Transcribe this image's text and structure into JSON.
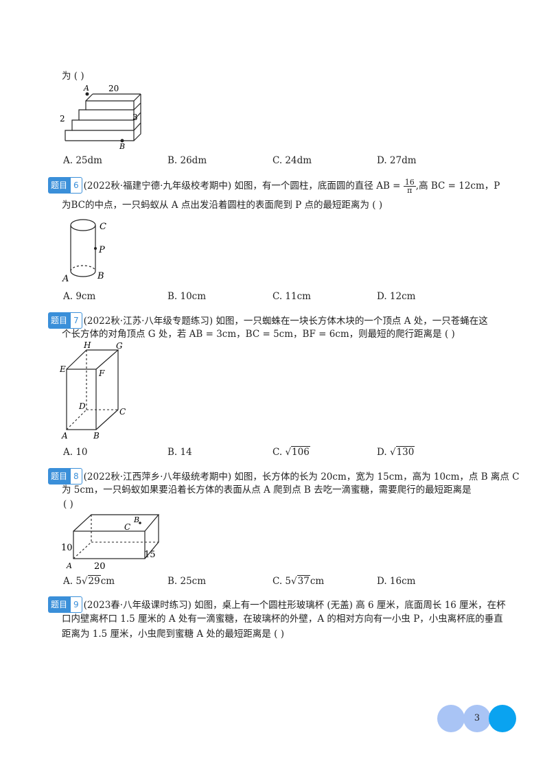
{
  "q5": {
    "tail": "为 (    )",
    "fig": {
      "A": "A",
      "B": "B",
      "len": "20",
      "h": "2",
      "w": "3"
    },
    "options": [
      "A. 25dm",
      "B. 26dm",
      "C. 24dm",
      "D. 27dm"
    ]
  },
  "q6": {
    "badge": "题目",
    "num": "6",
    "line1a": "(2022秋·福建宁德·九年级校考期中) 如图，有一个圆柱，底面圆的直径 AB =",
    "frac_num": "16",
    "frac_den": "π",
    "line1b": ",高 BC = 12cm，P",
    "line2": "为BC的中点，一只蚂蚁从 A 点出发沿着圆柱的表面爬到 P 点的最短距离为 (      )",
    "fig": {
      "C": "C",
      "P": "P",
      "A": "A",
      "B": "B"
    },
    "options": [
      "A. 9cm",
      "B. 10cm",
      "C. 11cm",
      "D. 12cm"
    ]
  },
  "q7": {
    "badge": "题目",
    "num": "7",
    "line1": "(2022秋·江苏·八年级专题练习) 如图，一只蜘蛛在一块长方体木块的一个顶点 A 处，一只苍蝇在这",
    "line2": "个长方体的对角顶点 G 处，若 AB = 3cm，BC = 5cm，BF = 6cm，则最短的爬行距离是 (      )",
    "fig": {
      "H": "H",
      "G": "G",
      "E": "E",
      "F": "F",
      "D": "D",
      "C": "C",
      "A": "A",
      "B": "B"
    },
    "options": {
      "a": "A. 10",
      "b": "B. 14",
      "c_pre": "C. ",
      "c_rad": "106",
      "d_pre": "D. ",
      "d_rad": "130"
    }
  },
  "q8": {
    "badge": "题目",
    "num": "8",
    "line1": "(2022秋·江西萍乡·八年级统考期中) 如图，长方体的长为 20cm，宽为 15cm，高为 10cm，点 B 离点 C",
    "line2": "为 5cm，一只蚂蚁如果要沿着长方体的表面从点 A 爬到点 B 去吃一滴蜜糖，需要爬行的最短距离是",
    "line3": "(      )",
    "fig": {
      "B": "B",
      "C": "C",
      "h": "10",
      "w": "15",
      "len": "20",
      "A": "A"
    },
    "options": {
      "a_pre": "A. 5",
      "a_rad": "29",
      "a_unit": "cm",
      "b": "B. 25cm",
      "c_pre": "C. 5",
      "c_rad": "37",
      "c_unit": "cm",
      "d": "D. 16cm"
    }
  },
  "q9": {
    "badge": "题目",
    "num": "9",
    "line1": "(2023春·八年级课时练习) 如图，桌上有一个圆柱形玻璃杯 (无盖) 高 6 厘米，底面周长 16 厘米，在杯",
    "line2": "口内壁离杯口 1.5 厘米的 A 处有一滴蜜糖，在玻璃杯的外壁，A 的相对方向有一小虫 P，小虫离杯底的垂直",
    "line3": "距离为 1.5 厘米，小虫爬到蜜糖 A 处的最短距离是 (      )"
  },
  "page": {
    "number": "3"
  },
  "colors": {
    "badge": "#3a8fd9",
    "page_light": "#a9c4f5",
    "page_dark": "#0aa3f0"
  }
}
